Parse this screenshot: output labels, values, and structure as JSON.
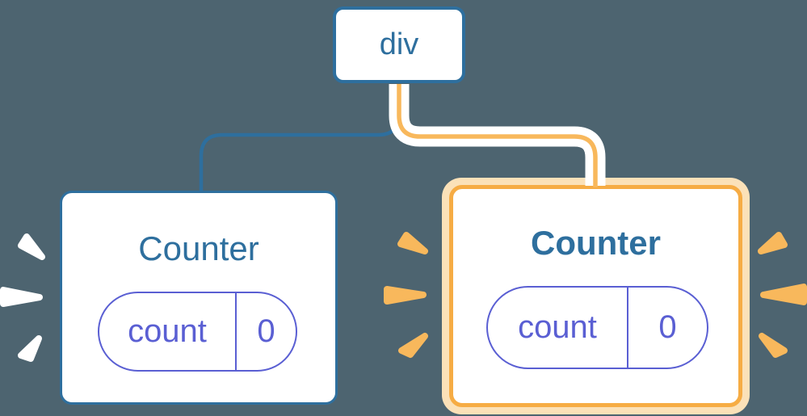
{
  "diagram": {
    "description": "component tree with state",
    "root": {
      "label": "div"
    },
    "children": [
      {
        "label": "Counter",
        "highlighted": false,
        "state": {
          "key": "count",
          "value": "0"
        }
      },
      {
        "label": "Counter",
        "highlighted": true,
        "state": {
          "key": "count",
          "value": "0"
        }
      }
    ]
  },
  "colors": {
    "background": "#4d6470",
    "blue": "#2e6f9e",
    "indigo_state": "#5a5fd3",
    "orange_line": "#f8b85c",
    "orange_ring": "#f6ac44",
    "orange_ring_pale": "#fbe1b8",
    "burst_white": "#ffffff",
    "burst_orange": "#f8b85c",
    "card_fill": "#ffffff"
  }
}
